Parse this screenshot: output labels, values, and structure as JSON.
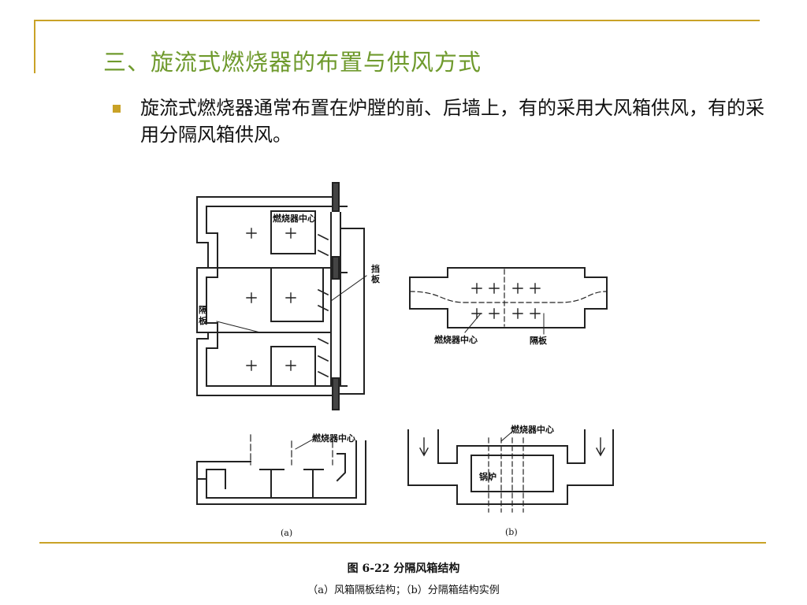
{
  "slide": {
    "title": "三、旋流式燃烧器的布置与供风方式",
    "bullet": "旋流式燃烧器通常布置在炉膛的前、后墙上，有的采用大风箱供风，有的采用分隔风箱供风。"
  },
  "figure": {
    "labels": {
      "burner_center_a_top": "燃烧器中心",
      "baffle_top_1": "挡",
      "baffle_top_2": "板",
      "partition_a_1": "隔",
      "partition_a_2": "板",
      "burner_center_b_top": "燃烧器中心",
      "partition_b": "隔板",
      "burner_center_a_bottom": "燃烧器中心",
      "burner_center_b_bottom": "燃烧器中心",
      "boiler": "锅炉",
      "sub_a": "(a)",
      "sub_b": "(b)"
    },
    "caption": "图 6-22    分隔风箱结构",
    "subcaption": "（a）风箱隔板结构；（b）分隔箱结构实例"
  },
  "colors": {
    "accent": "#c9a227",
    "title": "#6f9a2d"
  }
}
